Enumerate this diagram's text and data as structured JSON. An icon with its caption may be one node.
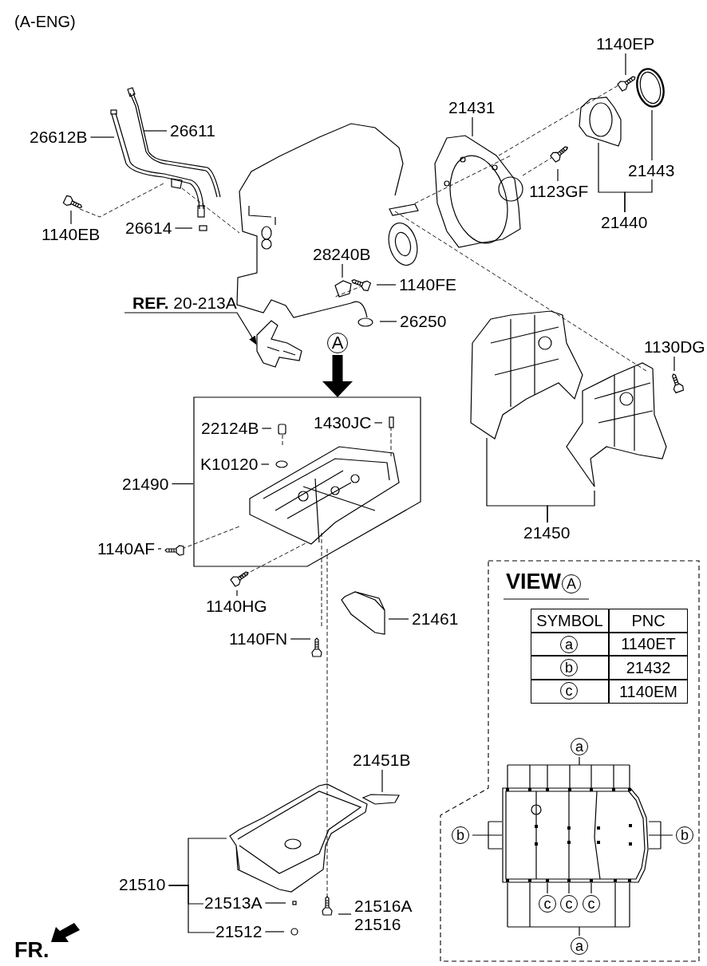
{
  "diagram": {
    "title": "(A-ENG)",
    "nodes": [
      {
        "text": [
          "26612B"
        ]
      },
      {
        "text": [
          "26611"
        ]
      },
      {
        "text": [
          "1140EB"
        ]
      },
      {
        "text": [
          "26614"
        ]
      },
      {
        "text": [
          "21431"
        ]
      },
      {
        "text": [
          "1140EP"
        ]
      },
      {
        "text": [
          "21443"
        ]
      },
      {
        "text": [
          "1123GF"
        ]
      },
      {
        "text": [
          "21440"
        ]
      },
      {
        "text": [
          "28240B"
        ]
      },
      {
        "text": [
          "1140FE"
        ]
      },
      {
        "text": [
          "**REF.** 20-213A"
        ]
      },
      {
        "text": [
          "26250"
        ]
      },
      {
        "text": [
          "A"
        ]
      },
      {
        "text": [
          "1130DG"
        ]
      },
      {
        "text": [],
        "shape": "box"
      },
      {
        "text": [
          "22124B"
        ],
        "in": 15
      },
      {
        "text": [
          "1430JC"
        ],
        "in": 15
      },
      {
        "text": [
          "K10120"
        ],
        "in": 15
      },
      {
        "text": [
          "21490"
        ]
      },
      {
        "text": [
          "21450"
        ]
      },
      {
        "text": [
          "1140AF"
        ]
      },
      {
        "text": [
          "1140HG"
        ]
      },
      {
        "text": [
          "21461"
        ]
      },
      {
        "text": [
          "1140FN"
        ]
      },
      {
        "text": [
          "VIEW"
        ]
      },
      {
        "text": [
          "A"
        ],
        "in": 25
      },
      {
        "text": [
          "a"
        ],
        "in": 25
      },
      {
        "text": [
          "b"
        ],
        "in": 25
      },
      {
        "text": [
          "c"
        ],
        "in": 25
      },
      {
        "text": [
          "a"
        ],
        "in": 25
      },
      {
        "text": [
          "b"
        ],
        "in": 25
      },
      {
        "text": [
          "b"
        ],
        "in": 25
      },
      {
        "text": [
          "c"
        ],
        "in": 25
      },
      {
        "text": [
          "c"
        ],
        "in": 25
      },
      {
        "text": [
          "c"
        ],
        "in": 25
      },
      {
        "text": [
          "a"
        ],
        "in": 25
      },
      {
        "text": [
          "21451B"
        ]
      },
      {
        "text": [
          "21510"
        ]
      },
      {
        "text": [
          "21513A"
        ]
      },
      {
        "text": [
          "21516A",
          "21516"
        ]
      },
      {
        "text": [
          "21512"
        ]
      },
      {
        "text": [],
        "shape": "picture",
        "in": 25
      }
    ],
    "edges": [
      {
        "from": 0,
        "to": null,
        "arrow": "none"
      },
      {
        "from": 1,
        "to": null,
        "arrow": "none"
      },
      {
        "from": 2,
        "to": null,
        "arrow": "none"
      },
      {
        "from": 3,
        "to": null,
        "arrow": "none"
      },
      {
        "from": 4,
        "to": null,
        "arrow": "none"
      },
      {
        "from": 5,
        "to": null,
        "arrow": "none"
      },
      {
        "from": 6,
        "to": null,
        "arrow": "none"
      },
      {
        "from": 7,
        "to": null,
        "arrow": "none"
      },
      {
        "from": 8,
        "to": null,
        "arrow": "none"
      },
      {
        "from": 8,
        "to": 6,
        "arrow": "none"
      },
      {
        "from": 9,
        "to": null,
        "arrow": "none"
      },
      {
        "from": 10,
        "to": null,
        "arrow": "none"
      },
      {
        "from": 11,
        "to": null,
        "arrow": "to"
      },
      {
        "from": 12,
        "to": null,
        "arrow": "none"
      },
      {
        "from": 13,
        "to": 15,
        "arrow": "to",
        "style": "thick"
      },
      {
        "from": 14,
        "to": null,
        "arrow": "none"
      },
      {
        "from": 16,
        "to": null,
        "arrow": "none"
      },
      {
        "from": 17,
        "to": null,
        "arrow": "none"
      },
      {
        "from": 18,
        "to": null,
        "arrow": "none"
      },
      {
        "from": 19,
        "to": 15,
        "arrow": "none"
      },
      {
        "from": 20,
        "to": null,
        "arrow": "none"
      },
      {
        "from": 20,
        "to": null,
        "arrow": "none"
      },
      {
        "from": 21,
        "to": null,
        "arrow": "none"
      },
      {
        "from": 22,
        "to": null,
        "arrow": "none"
      },
      {
        "from": 23,
        "to": null,
        "arrow": "none"
      },
      {
        "from": 24,
        "to": null,
        "arrow": "none"
      },
      {
        "from": 30,
        "to": 42,
        "arrow": "none"
      },
      {
        "from": 31,
        "to": 42,
        "arrow": "none"
      },
      {
        "from": 32,
        "to": 42,
        "arrow": "none"
      },
      {
        "from": 33,
        "to": 42,
        "arrow": "none"
      },
      {
        "from": 34,
        "to": 42,
        "arrow": "none"
      },
      {
        "from": 35,
        "to": 42,
        "arrow": "none"
      },
      {
        "from": 36,
        "to": 42,
        "arrow": "none"
      },
      {
        "from": 37,
        "to": null,
        "arrow": "none"
      },
      {
        "from": 38,
        "to": null,
        "arrow": "none"
      },
      {
        "from": 38,
        "to": 39,
        "arrow": "none"
      },
      {
        "from": 38,
        "to": 41,
        "arrow": "none"
      },
      {
        "from": 39,
        "to": null,
        "arrow": "none"
      },
      {
        "from": 40,
        "to": null,
        "arrow": "none"
      },
      {
        "from": 41,
        "to": null,
        "arrow": "none"
      }
    ],
    "labels": [
      "SYMBOL",
      "PNC",
      "1140ET",
      "21432",
      "1140EM",
      "FR."
    ]
  }
}
